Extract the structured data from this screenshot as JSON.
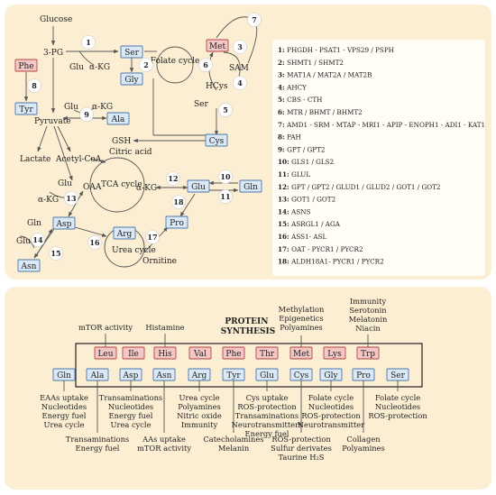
{
  "top": {
    "metabolites": {
      "glucose": "Glucose",
      "three_pg": "3-PG",
      "glu1": "Glu",
      "akg1": "α-KG",
      "folate_cycle": "Folate cycle",
      "sam": "SAM",
      "hcys": "HCys",
      "ser_label": "Ser",
      "glu2": "Glu",
      "akg2": "α-KG",
      "pyruvate": "Pyruvate",
      "gsh": "GSH",
      "lactate": "Lactate",
      "acetyl_coa": "Acetyl-CoA",
      "citric_acid": "Citric acid",
      "tca_cycle": "TCA cycle",
      "oaa": "OAA",
      "akg_tca": "α-KG",
      "glu3": "Glu",
      "akg3": "α-KG",
      "gln1": "Gln",
      "glu4": "Glu",
      "urea_cycle": "Urea cycle",
      "ornitine": "Ornitine"
    },
    "boxes": {
      "ser": "Ser",
      "met": "Met",
      "gly": "Gly",
      "phe": "Phe",
      "tyr": "Tyr",
      "ala": "Ala",
      "cys": "Cys",
      "glu": "Glu",
      "gln": "Gln",
      "asp": "Asp",
      "asn": "Asn",
      "arg": "Arg",
      "pro": "Pro"
    },
    "enzymes": [
      {
        "num": "1",
        "text": "PHGDH - PSAT1 - VPS29 / PSPH"
      },
      {
        "num": "2",
        "text": "SHMT1 / SHMT2"
      },
      {
        "num": "3",
        "text": "MAT1A / MAT2A / MAT2B"
      },
      {
        "num": "4",
        "text": "AHCY"
      },
      {
        "num": "5",
        "text": "CBS - CTH"
      },
      {
        "num": "6",
        "text": "MTR / BHMT / BHMT2"
      },
      {
        "num": "7",
        "text": "AMD1 - SRM - MTAP - MRI1 - APIP - ENOPH1 - ADI1 - KAT1"
      },
      {
        "num": "8",
        "text": "PAH"
      },
      {
        "num": "9",
        "text": "GPT / GPT2"
      },
      {
        "num": "10",
        "text": "GLS1 / GLS2"
      },
      {
        "num": "11",
        "text": "GLUL"
      },
      {
        "num": "12",
        "text": "GPT / GPT2 / GLUD1 / GLUD2 / GOT1 / GOT2"
      },
      {
        "num": "13",
        "text": "GOT1 / GOT2"
      },
      {
        "num": "14",
        "text": "ASNS"
      },
      {
        "num": "15",
        "text": "ASRGL1 / AGA"
      },
      {
        "num": "16",
        "text": "ASS1- ASL"
      },
      {
        "num": "17",
        "text": "OAT - PYCR1 / PYCR2"
      },
      {
        "num": "18",
        "text": "ALDH18A1- PYCR1 / PYCR2"
      }
    ]
  },
  "bottom": {
    "title_line1": "PROTEIN",
    "title_line2": "SYNTHESIS",
    "essential": [
      "Leu",
      "Ile",
      "His",
      "Val",
      "Phe",
      "Thr",
      "Met",
      "Lys",
      "Trp"
    ],
    "nonessential": [
      "Gln",
      "Ala",
      "Asp",
      "Asn",
      "Arg",
      "Tyr",
      "Glu",
      "Cys",
      "Gly",
      "Pro",
      "Ser"
    ],
    "above": {
      "leu": [
        "mTOR activity"
      ],
      "his": [
        "Histamine"
      ],
      "met": [
        "Methylation",
        "Epigenetics",
        "Polyamines"
      ],
      "trp": [
        "Immunity",
        "Serotonin",
        "Melatonin",
        "Niacin"
      ]
    },
    "below_row1": {
      "gln": [
        "EAAs uptake",
        "Nucleotides",
        "Energy fuel",
        "Urea cycle"
      ],
      "asp": [
        "Transaminations",
        "Nucleotides",
        "Energy fuel",
        "Urea cycle"
      ],
      "arg": [
        "Urea cycle",
        "Polyamines",
        "Nitric oxide",
        "Immunity"
      ],
      "glu": [
        "Cys uptake",
        "ROS-protection",
        "Transaminations",
        "Neurotransmitters",
        "Energy fuel"
      ],
      "gly": [
        "Folate cycle",
        "Nucleotides",
        "ROS-protection",
        "Neurotransmitter"
      ],
      "ser": [
        "Folate cycle",
        "Nucleotides",
        "ROS-protection"
      ]
    },
    "below_row2": {
      "ala": [
        "Transaminations",
        "Energy fuel"
      ],
      "asn": [
        "AAs uptake",
        "mTOR activity"
      ],
      "tyr": [
        "Catecholamines",
        "Melanin"
      ],
      "cys": [
        "ROS-protection",
        "Sulfur derivates",
        "Taurine H₂S"
      ],
      "pro": [
        "Collagen",
        "Polyamines"
      ]
    }
  }
}
